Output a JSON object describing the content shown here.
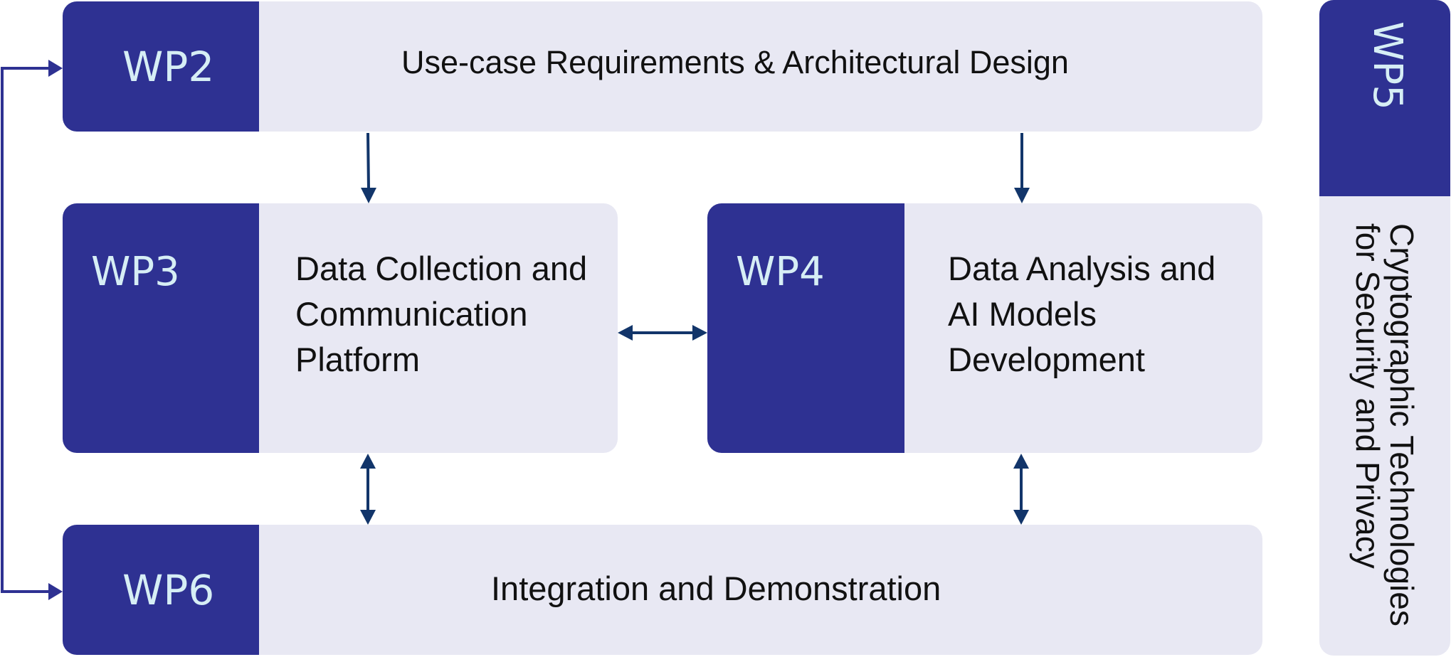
{
  "diagram": {
    "work_packages": [
      {
        "id": "WP2",
        "title": "Use-case Requirements & Architectural Design"
      },
      {
        "id": "WP3",
        "title_lines": [
          "Data Collection and",
          "Communication",
          "Platform"
        ]
      },
      {
        "id": "WP4",
        "title_lines": [
          "Data Analysis and",
          "AI Models",
          "Development"
        ]
      },
      {
        "id": "WP5",
        "title_lines": [
          "Cryptographic Technologies",
          "for Security and Privacy"
        ]
      },
      {
        "id": "WP6",
        "title": "Integration and Demonstration"
      }
    ],
    "connections": [
      {
        "from": "WP2",
        "to": "WP3",
        "type": "one-way"
      },
      {
        "from": "WP2",
        "to": "WP4",
        "type": "one-way"
      },
      {
        "from": "WP3",
        "to": "WP4",
        "type": "two-way"
      },
      {
        "from": "WP3",
        "to": "WP6",
        "type": "two-way"
      },
      {
        "from": "WP4",
        "to": "WP6",
        "type": "two-way"
      },
      {
        "from": "WP6",
        "to": "WP2",
        "type": "feedback-loop",
        "bidirectional_heads": true
      }
    ],
    "colors": {
      "wp_panel": "#2e3192",
      "wp_label": "#d6eef5",
      "box_background": "#e8e8f3",
      "arrow": "#12356a",
      "loop_line": "#2e3192"
    }
  }
}
